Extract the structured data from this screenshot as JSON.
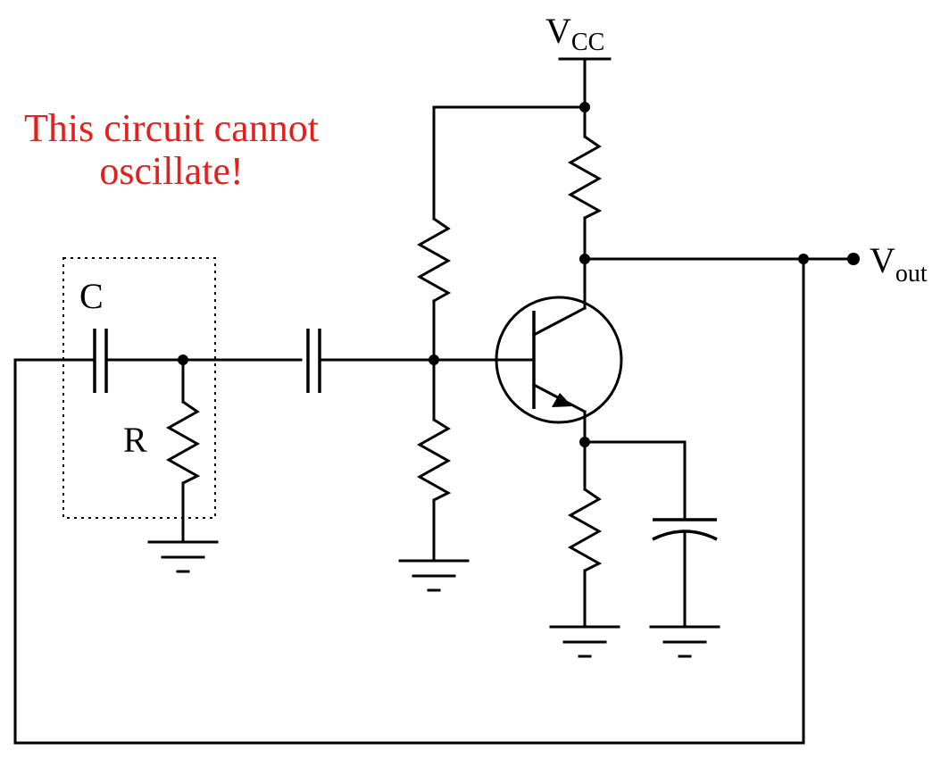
{
  "annotation": {
    "line1": "This circuit cannot",
    "line2": "oscillate!",
    "color": "#e4201c"
  },
  "labels": {
    "vcc_main": "V",
    "vcc_sub": "CC",
    "vout_main": "V",
    "vout_sub": "out",
    "capacitor": "C",
    "resistor": "R"
  },
  "icons": [
    "resistor-symbol",
    "capacitor-symbol",
    "npn-transistor-symbol",
    "ground-symbol",
    "junction-dot"
  ]
}
